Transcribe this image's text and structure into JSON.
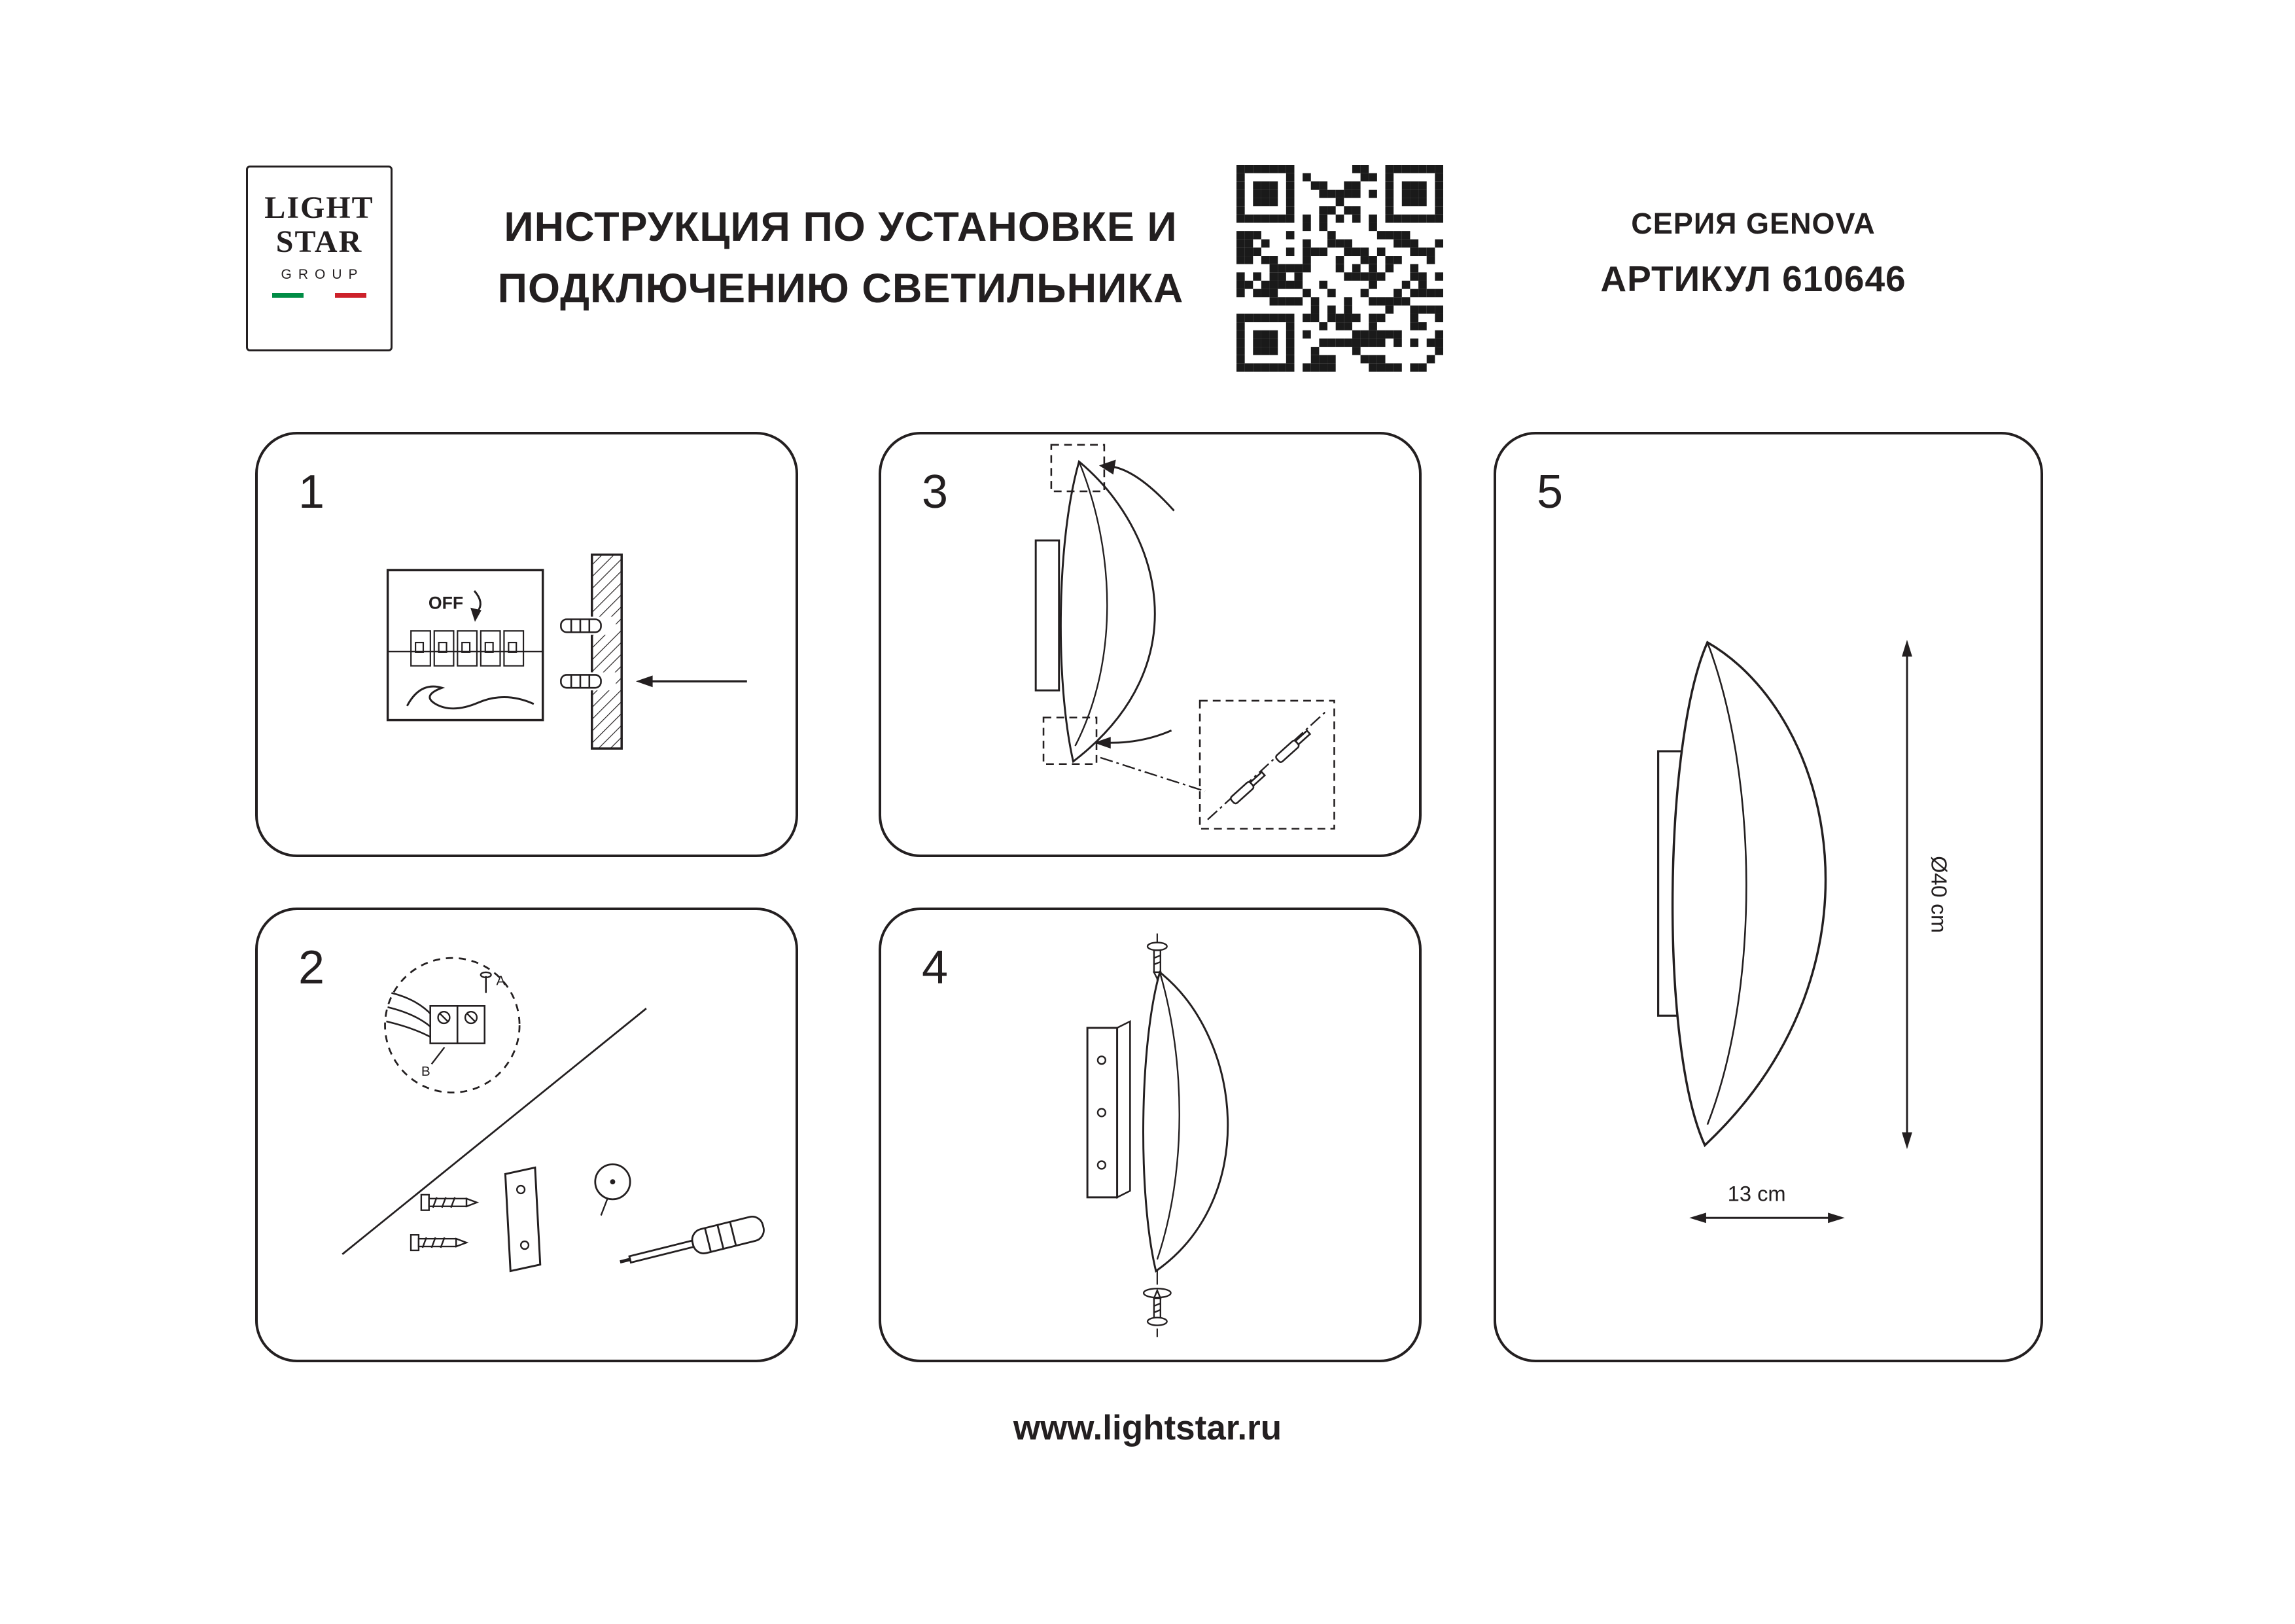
{
  "logo": {
    "line1": "LIGHT",
    "line2": "STAR",
    "line3": "GROUP"
  },
  "header": {
    "title_line1": "ИНСТРУКЦИЯ ПО УСТАНОВКЕ И",
    "title_line2": "ПОДКЛЮЧЕНИЮ СВЕТИЛЬНИКА",
    "series": "СЕРИЯ GENOVA",
    "article": "АРТИКУЛ 610646"
  },
  "panels": [
    {
      "number": "1"
    },
    {
      "number": "2"
    },
    {
      "number": "3"
    },
    {
      "number": "4"
    },
    {
      "number": "5"
    }
  ],
  "step1": {
    "off_label": "OFF"
  },
  "step2": {
    "terminal_a": "A",
    "terminal_b": "B"
  },
  "step5": {
    "dim_height": "Ø40 cm",
    "dim_depth": "13 cm"
  },
  "footer": {
    "website": "www.lightstar.ru"
  },
  "colors": {
    "ink": "#231f20",
    "flag_green": "#008C45",
    "flag_red": "#CD212A"
  }
}
